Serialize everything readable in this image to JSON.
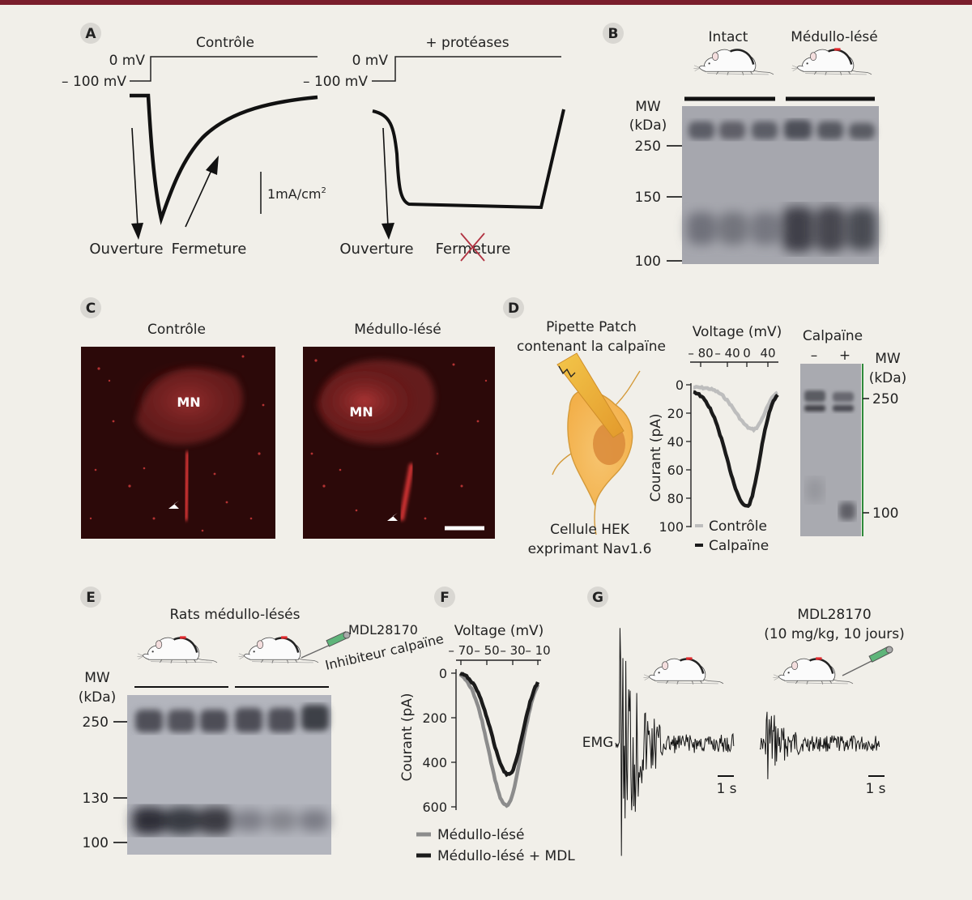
{
  "colors": {
    "background": "#f1efe9",
    "topbar": "#7a1e2c",
    "fluor_red": "#d0262a",
    "gel_gray": "#9fa0a8",
    "badge_gray": "#d9d7d2"
  },
  "panels": {
    "A": {
      "label": "A",
      "control_title": "Contrôle",
      "protease_title": "+ protéases",
      "v_high": "0 mV",
      "v_low": "– 100 mV",
      "scale_bar": "1mA/cm",
      "scale_sup": "2",
      "opening": "Ouverture",
      "closing": "Fermeture"
    },
    "B": {
      "label": "B",
      "group_intact": "Intact",
      "group_injured": "Médullo-lésé",
      "mw_label_1": "MW",
      "mw_label_2": "(kDa)",
      "mw_ticks": [
        "250",
        "150",
        "100"
      ]
    },
    "C": {
      "label": "C",
      "left_title": "Contrôle",
      "right_title": "Médullo-lésé",
      "mn_left": "MN",
      "mn_right": "MN"
    },
    "D": {
      "label": "D",
      "pipette_line1": "Pipette Patch",
      "pipette_line2": "contenant la calpaïne",
      "cell_line1": "Cellule HEK",
      "cell_line2": "exprimant Nav1.6",
      "voltage_title": "Voltage (mV)",
      "x_ticks": [
        "– 80",
        "– 40",
        "0",
        "40"
      ],
      "y_ticks": [
        "0",
        "20",
        "40",
        "60",
        "80",
        "100"
      ],
      "y_title": "Courant (pA)",
      "legend_control": "Contrôle",
      "legend_calpain": "Calpaïne",
      "blot_title": "Calpaïne",
      "blot_minus": "–",
      "blot_plus": "+",
      "mw_label_1": "MW",
      "mw_label_2": "(kDa)",
      "mw_ticks": [
        "250",
        "100"
      ]
    },
    "E": {
      "label": "E",
      "title": "Rats médullo-lésés",
      "drug": "MDL28170",
      "inhibitor": "Inhibiteur calpaïne",
      "mw_label_1": "MW",
      "mw_label_2": "(kDa)",
      "mw_ticks": [
        "250",
        "130",
        "100"
      ]
    },
    "F": {
      "label": "F",
      "voltage_title": "Voltage (mV)",
      "x_ticks": [
        "– 70",
        "– 50",
        "– 30",
        "– 10"
      ],
      "y_ticks": [
        "0",
        "200",
        "400",
        "600"
      ],
      "y_title": "Courant (pA)",
      "legend_injured": "Médullo-lésé",
      "legend_mdl": "Médullo-lésé + MDL"
    },
    "G": {
      "label": "G",
      "drug_line1": "MDL28170",
      "drug_line2": "(10 mg/kg, 10 jours)",
      "emg": "EMG",
      "scale_left": "1 s",
      "scale_right": "1 s"
    }
  }
}
